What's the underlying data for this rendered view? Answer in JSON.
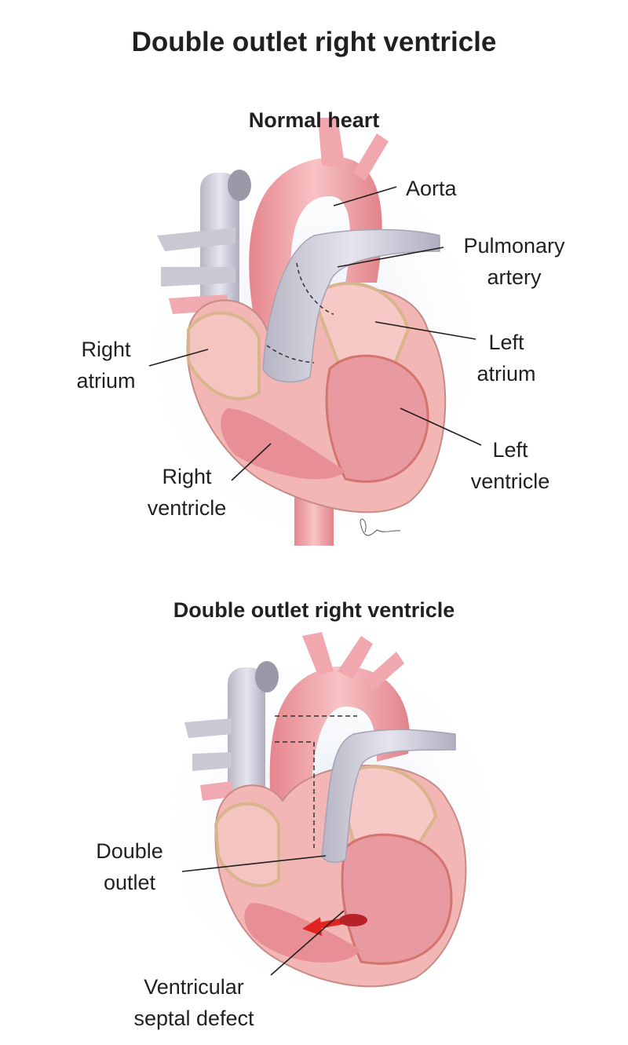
{
  "title": "Double outlet right ventricle",
  "panels": [
    {
      "subtitle": "Normal heart",
      "labels": {
        "aorta": "Aorta",
        "pulmonary_artery": [
          "Pulmonary",
          "artery"
        ],
        "right_atrium": [
          "Right",
          "atrium"
        ],
        "left_atrium": [
          "Left",
          "atrium"
        ],
        "left_ventricle": [
          "Left",
          "ventricle"
        ],
        "right_ventricle": [
          "Right",
          "ventricle"
        ]
      }
    },
    {
      "subtitle": "Double outlet right ventricle",
      "labels": {
        "double_outlet": [
          "Double",
          "outlet"
        ],
        "vsd": [
          "Ventricular",
          "septal defect"
        ]
      }
    }
  ],
  "colors": {
    "tissue": "#f2b7b5",
    "vessel_red": "#ef9fa3",
    "vein_grey": "#c9c8d3",
    "label_line": "#231f20",
    "arrow": "#e0241f"
  }
}
